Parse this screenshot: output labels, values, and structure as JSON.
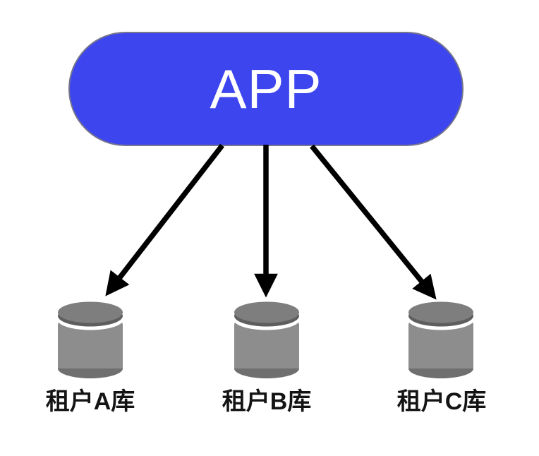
{
  "diagram": {
    "title": "multi-tenant app to per-tenant databases",
    "background_color": "#ffffff",
    "app_node": {
      "label": "APP",
      "fill_color": "#3d46ee",
      "border_color": "#75758d",
      "text_color": "#ffffff"
    },
    "arrows": {
      "color": "#000000",
      "count": 3,
      "description": "from APP bottom edge to each database cylinder"
    },
    "db_icon_colors": {
      "body": "#8d8d8d",
      "top_disc": "#7e7e7e",
      "top_rim": "#5e5e5e",
      "bottom": "#6f6f6f",
      "gap": "#ffffff"
    },
    "label_color": "#141414",
    "databases": [
      {
        "label": "租户A库"
      },
      {
        "label": "租户B库"
      },
      {
        "label": "租户C库"
      }
    ]
  }
}
